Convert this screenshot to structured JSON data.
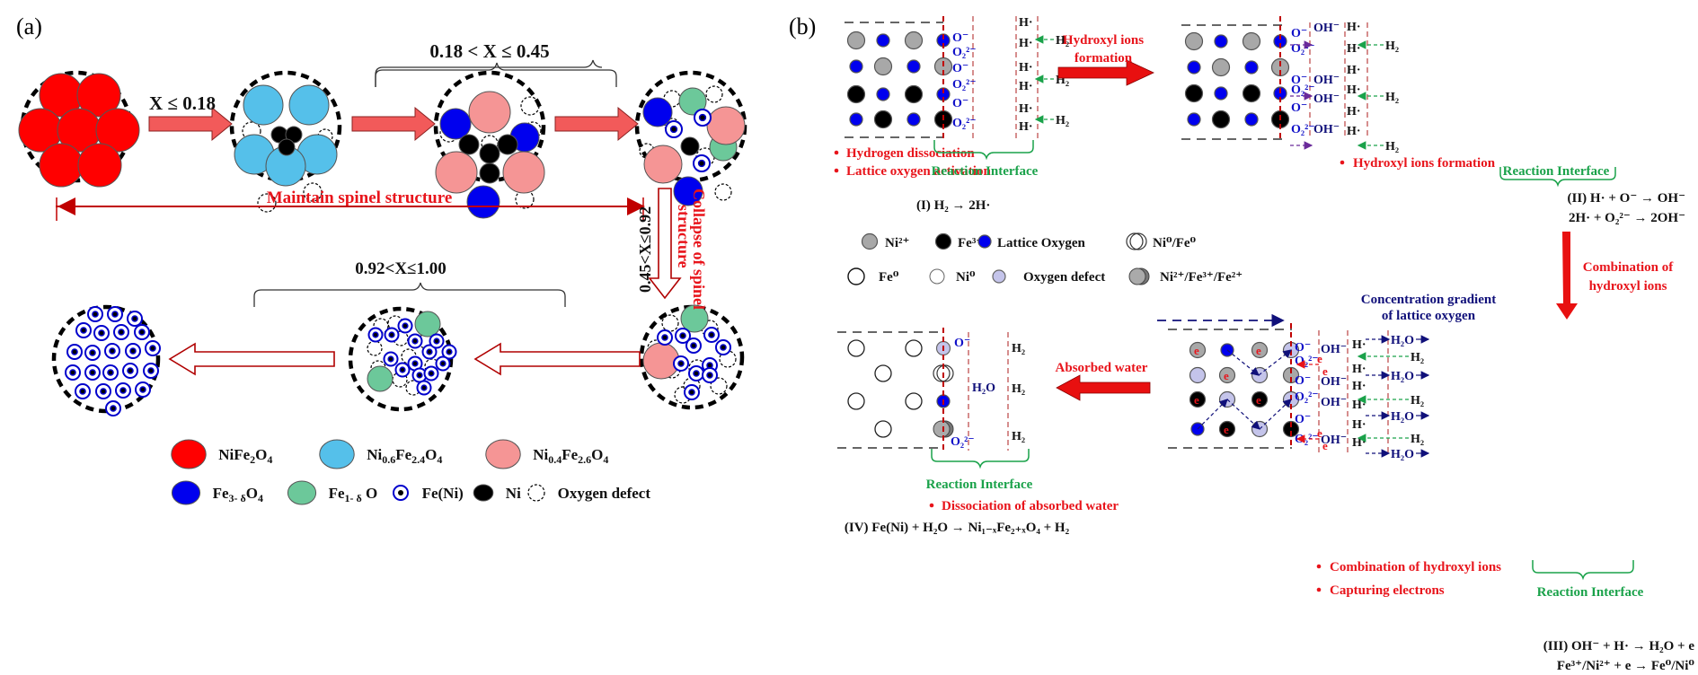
{
  "panel_a": {
    "label": "(a)",
    "arrow1_label": "X ≤ 0.18",
    "range2_label": "0.18 < X ≤ 0.45",
    "maintain_label": "Maintain spinel structure",
    "collapse_label_1": "Collapse of spinel",
    "collapse_label_2": "structure",
    "range3_label": "0.45<X≤0.92",
    "range4_label": "0.92<X≤1.00",
    "legend": [
      {
        "name": "NiFe2O4",
        "html": "NiFe<sub>2</sub>O<sub>4</sub>",
        "color": "#ff0000"
      },
      {
        "name": "Ni0.6Fe2.4O4",
        "html": "Ni<sub>0.6</sub>Fe<sub>2.4</sub>O<sub>4</sub>",
        "color": "#55c0ea"
      },
      {
        "name": "Ni0.4Fe2.6O4",
        "html": "Ni<sub>0.4</sub>Fe<sub>2.6</sub>O<sub>4</sub>",
        "color": "#f59595"
      },
      {
        "name": "Fe3-δO4",
        "text": "Fe3- δ O4",
        "color": "#0000ee"
      },
      {
        "name": "Fe1-δO",
        "text": "Fe1- δ O",
        "color": "#6cc89a"
      },
      {
        "name": "Fe(Ni)",
        "text": "Fe(Ni)",
        "color": "#0000cc"
      },
      {
        "name": "Ni",
        "text": "Ni",
        "color": "#000000"
      },
      {
        "name": "Oxygen defect",
        "text": "Oxygen defect",
        "color": "#ffffff"
      }
    ]
  },
  "panel_b": {
    "label": "(b)",
    "step1": {
      "bullets": [
        "Hydrogen dissociation",
        "Lattice oxygen activation"
      ],
      "interface": "Reaction Interface",
      "equation": "(I) H₂ → 2H·"
    },
    "arrow12_label_1": "Hydroxyl ions",
    "arrow12_label_2": "formation",
    "step2": {
      "bullets": [
        "Hydroxyl ions formation"
      ],
      "interface": "Reaction Interface",
      "equation_1": "(II)  H· + O⁻ → OH⁻",
      "equation_2": "2H· + O₂²⁻ → 2OH⁻"
    },
    "arrow23_label_1": "Combination of",
    "arrow23_label_2": "hydroxyl ions",
    "gradient_label_1": "Concentration gradient",
    "gradient_label_2": "of lattice oxygen",
    "step3": {
      "bullets": [
        "Combination of hydroxyl ions",
        "Capturing electrons"
      ],
      "interface": "Reaction Interface",
      "equation_1": "(III) OH⁻ + H· → H₂O + e",
      "equation_2": "Fe³⁺/Ni²⁺ + e → Fe⁰/Ni⁰"
    },
    "arrow34_label": "Absorbed water",
    "step4": {
      "bullets": [
        "Dissociation of absorbed water"
      ],
      "interface": "Reaction Interface",
      "equation": "(IV) Fe(Ni) + H₂O → Ni₁₋ₓFe₂₊ₓO₄ + H₂"
    },
    "legend": [
      {
        "name": "ni2plus",
        "text": "Ni²⁺"
      },
      {
        "name": "fe3plus",
        "text": "Fe³⁺"
      },
      {
        "name": "lattice-oxygen",
        "text": "Lattice Oxygen"
      },
      {
        "name": "ni0-fe0",
        "text": "Ni⁰/Fe⁰"
      },
      {
        "name": "fe0",
        "text": "Fe⁰"
      },
      {
        "name": "ni0",
        "text": "Ni⁰"
      },
      {
        "name": "oxygen-defect",
        "text": "Oxygen defect"
      },
      {
        "name": "mixed",
        "text": "Ni²⁺/Fe³⁺/Fe²⁺"
      }
    ],
    "species": {
      "o_minus": "O⁻",
      "o2_2minus": "O₂²⁻",
      "h_dot": "H·",
      "h2": "H₂",
      "oh_minus": "OH⁻",
      "h2o": "H₂O",
      "e": "e"
    }
  }
}
